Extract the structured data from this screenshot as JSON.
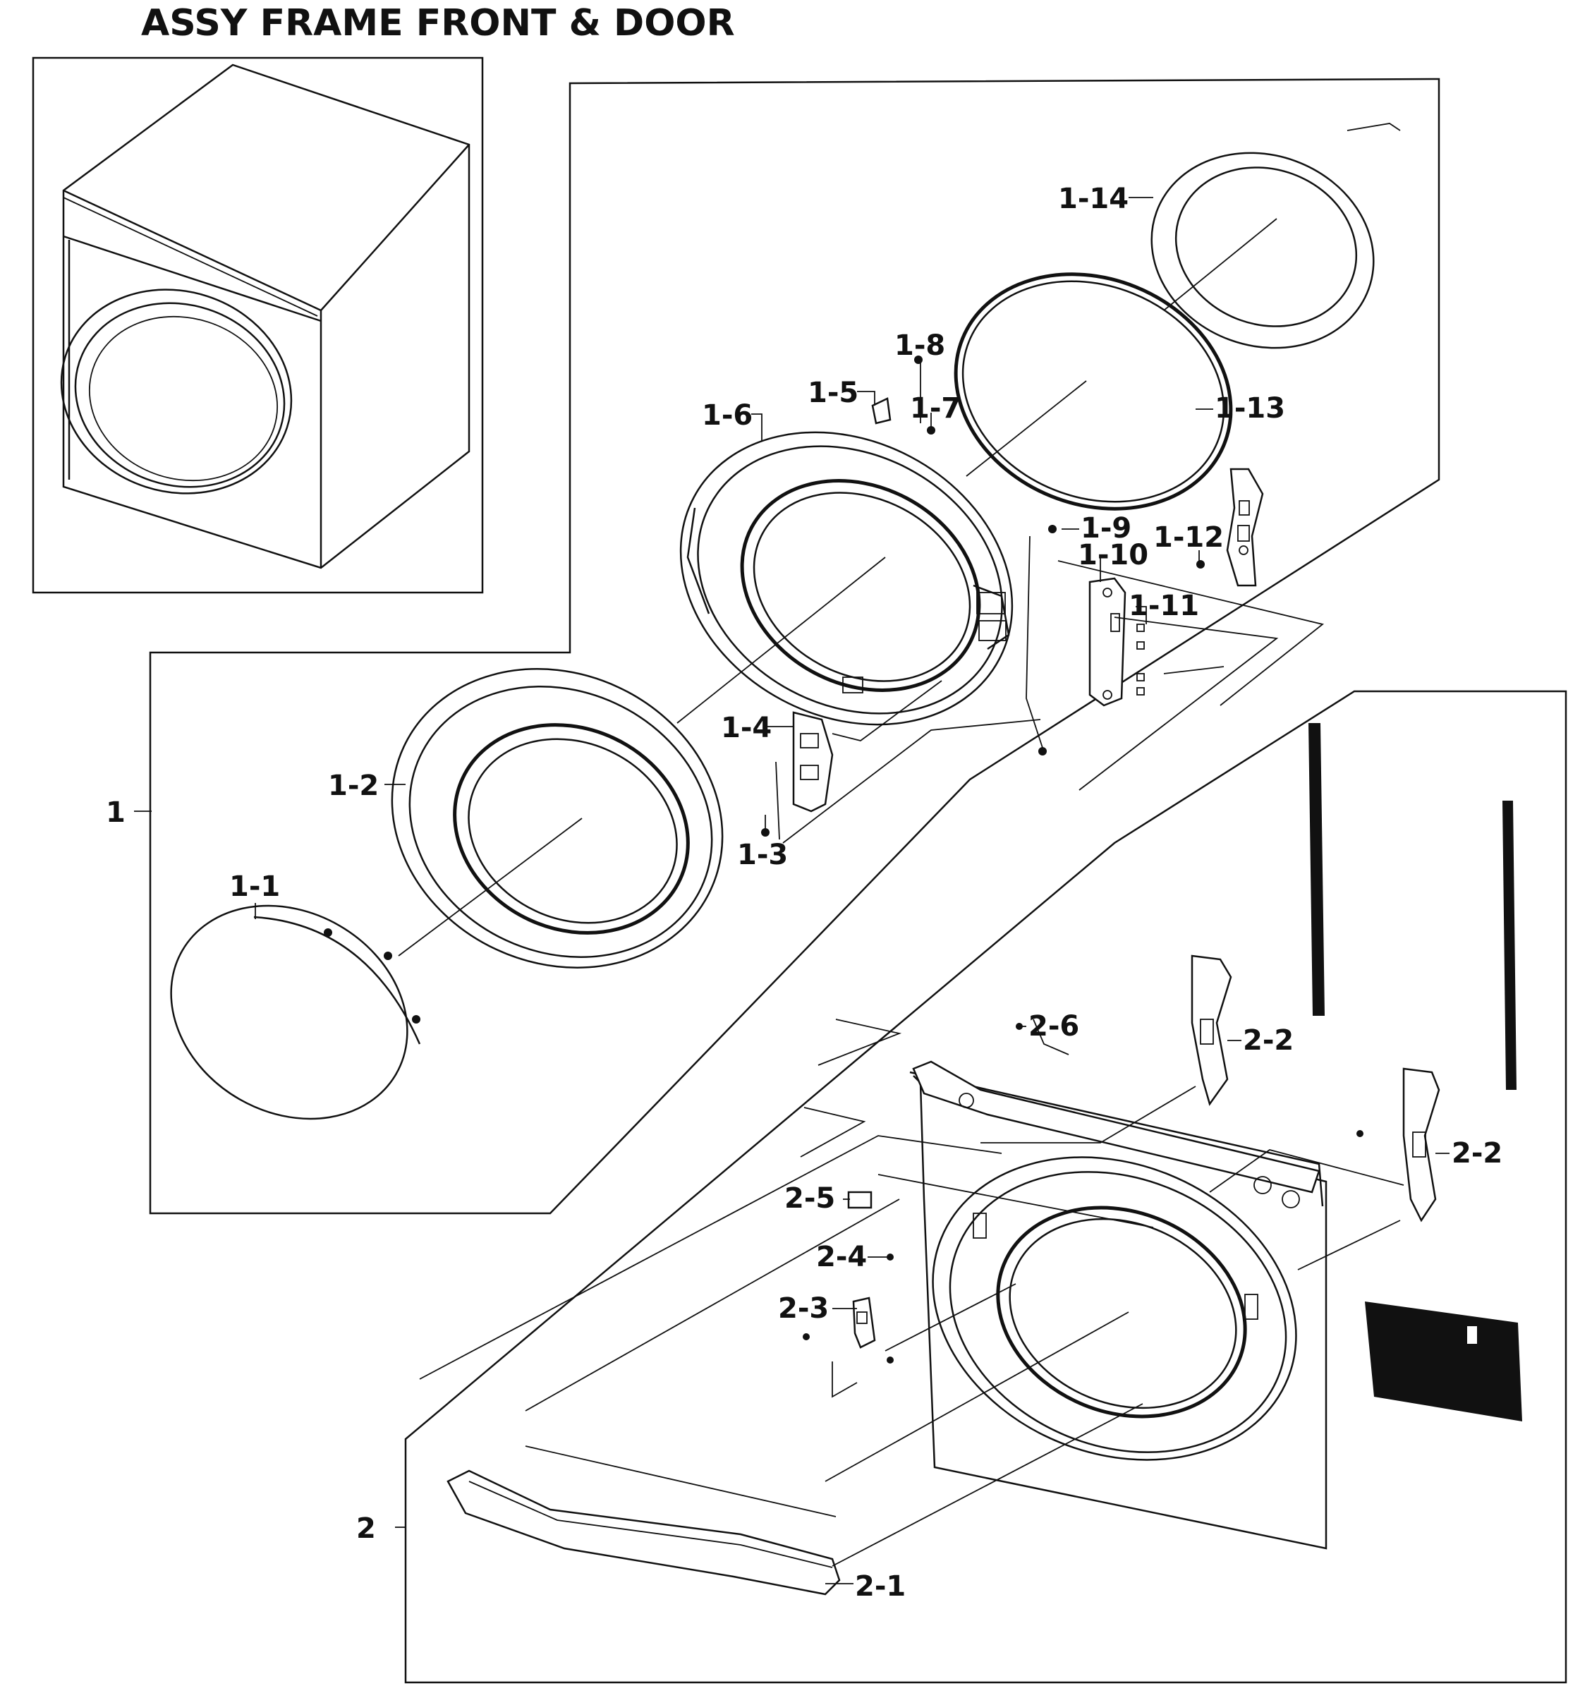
{
  "title": "ASSY FRAME FRONT & DOOR",
  "labels": {
    "l1": "1",
    "l1_1": "1-1",
    "l1_2": "1-2",
    "l1_3": "1-3",
    "l1_4": "1-4",
    "l1_5": "1-5",
    "l1_6": "1-6",
    "l1_7": "1-7",
    "l1_8": "1-8",
    "l1_9": "1-9",
    "l1_10": "1-10",
    "l1_11": "1-11",
    "l1_12": "1-12",
    "l1_13": "1-13",
    "l1_14": "1-14",
    "l2": "2",
    "l2_1": "2-1",
    "l2_2a": "2-2",
    "l2_2b": "2-2",
    "l2_3": "2-3",
    "l2_4": "2-4",
    "l2_5": "2-5",
    "l2_6": "2-6"
  }
}
